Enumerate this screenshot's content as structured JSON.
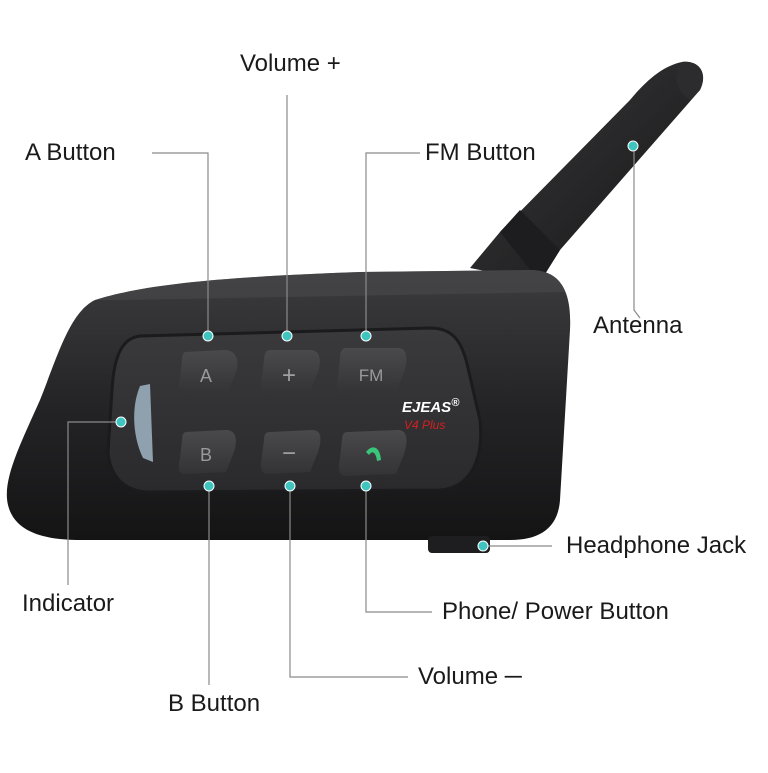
{
  "device": {
    "brand": "EJEAS",
    "brand_mark": "®",
    "model": "V4 Plus",
    "buttons": {
      "a": "A",
      "b": "B",
      "plus": "+",
      "minus": "−",
      "fm": "FM"
    }
  },
  "labels": {
    "volume_plus": "Volume +",
    "a_button": "A Button",
    "fm_button": "FM Button",
    "antenna": "Antenna",
    "indicator": "Indicator",
    "headphone_jack": "Headphone Jack",
    "phone_power": "Phone/ Power Button",
    "volume_minus": "Volume ─",
    "b_button": "B Button"
  },
  "colors": {
    "callout_dot": "#3fc4c0",
    "leader_line": "#8a8a8a",
    "brand_red": "#d32020",
    "phone_icon": "#39c67a",
    "indicator_light": "#8fa0ae"
  }
}
